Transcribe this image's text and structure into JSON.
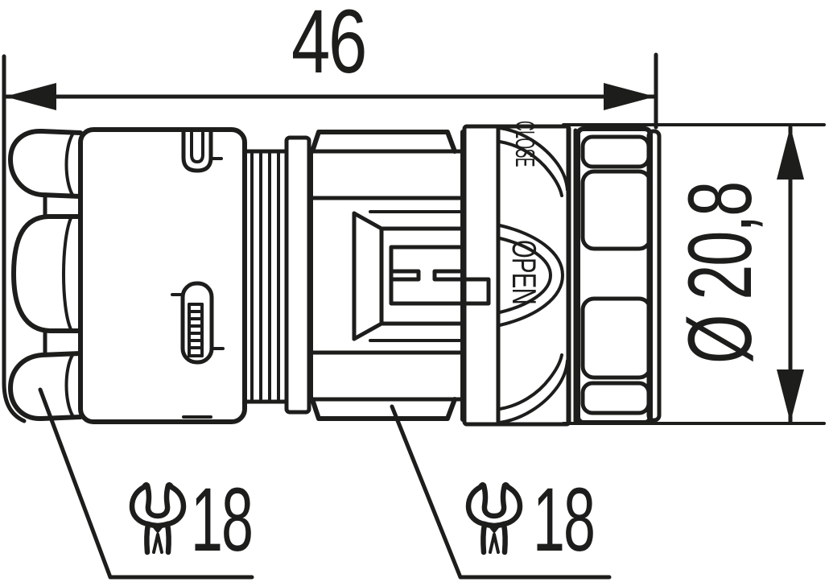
{
  "page": {
    "background": "#ffffff"
  },
  "drawing": {
    "kind": "technical-drawing-connector-side-view",
    "line_color": "#1d1d1b",
    "dimensions": {
      "length": {
        "value": "46"
      },
      "diameter": {
        "value": "Ø 20,8"
      }
    },
    "body_markings": {
      "close": "CLOSE",
      "open": "OPEN"
    },
    "callouts": [
      {
        "icon": "wrench-icon",
        "label": "18"
      },
      {
        "icon": "wrench-icon",
        "label": "18"
      }
    ]
  }
}
